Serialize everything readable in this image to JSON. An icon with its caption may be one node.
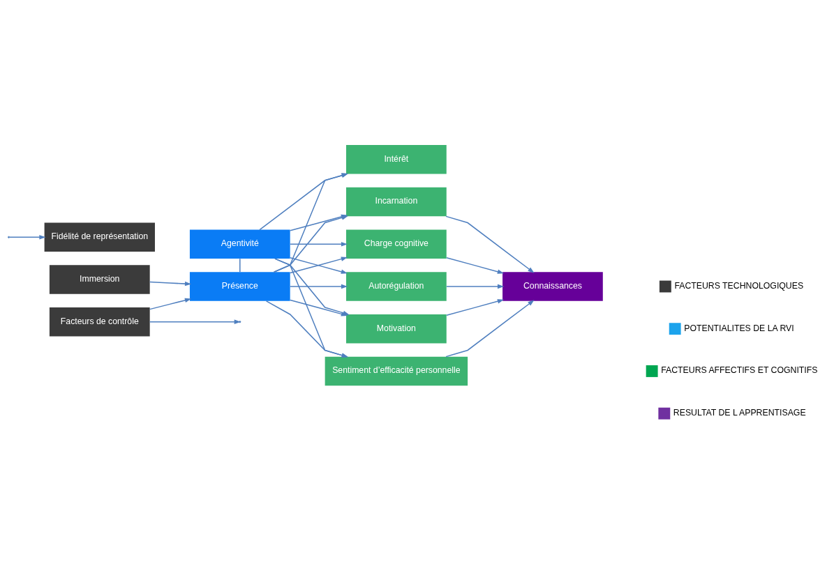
{
  "diagram": {
    "nodes": [
      {
        "text": [
          "Immersion"
        ]
      },
      {
        "text": [
          "Facteurs de contrôle"
        ]
      },
      {
        "text": [
          "Fidélité de représentation"
        ]
      },
      {
        "text": [
          "Présence"
        ]
      },
      {
        "text": [
          "Agentivité"
        ]
      },
      {
        "text": [
          "Intérêt"
        ]
      },
      {
        "text": [
          "Motivation"
        ]
      },
      {
        "text": [
          "Sentiment d’efficacité personnelle"
        ]
      },
      {
        "text": [
          "Incarnation"
        ]
      },
      {
        "text": [
          "Charge cognitive"
        ]
      },
      {
        "text": [
          "Autorégulation"
        ]
      },
      {
        "text": [
          "Connaissances"
        ]
      }
    ],
    "edges": [
      {
        "from": 0,
        "to": 3,
        "arrow": "to"
      },
      {
        "from": 1,
        "to": 3,
        "arrow": "to"
      },
      {
        "from": 3,
        "to": 4,
        "arrow": "none"
      },
      {
        "from": 1,
        "to": null,
        "arrow": "to"
      },
      {
        "from": null,
        "to": 2,
        "arrow": "to"
      },
      {
        "from": 3,
        "to": 5,
        "arrow": "to"
      },
      {
        "from": 3,
        "to": 6,
        "arrow": "to"
      },
      {
        "from": 3,
        "to": 7,
        "arrow": "to"
      },
      {
        "from": 3,
        "to": 8,
        "arrow": "to"
      },
      {
        "from": 3,
        "to": 9,
        "arrow": "to"
      },
      {
        "from": 3,
        "to": 10,
        "arrow": "to"
      },
      {
        "from": 4,
        "to": 5,
        "arrow": "to"
      },
      {
        "from": 4,
        "to": 6,
        "arrow": "to"
      },
      {
        "from": 4,
        "to": 7,
        "arrow": "to"
      },
      {
        "from": 4,
        "to": 8,
        "arrow": "to"
      },
      {
        "from": 4,
        "to": 9,
        "arrow": "to"
      },
      {
        "from": 4,
        "to": 10,
        "arrow": "to"
      },
      {
        "from": 6,
        "to": 11,
        "arrow": "to"
      },
      {
        "from": 7,
        "to": 11,
        "arrow": "to"
      },
      {
        "from": 8,
        "to": 11,
        "arrow": "to"
      },
      {
        "from": 9,
        "to": 11,
        "arrow": "to"
      },
      {
        "from": 10,
        "to": 11,
        "arrow": "to"
      }
    ],
    "legend": [
      {
        "text": "FACTEURS TECHNOLOGIQUES",
        "color": "#3a3a3a"
      },
      {
        "text": "POTENTIALITES DE LA RVI",
        "color": "#1ca3ec"
      },
      {
        "text": "FACTEURS AFFECTIFS ET COGNITIFS",
        "color": "#00a651"
      },
      {
        "text": "RESULTAT DE L APPRENTISAGE",
        "color": "#7030a0"
      }
    ]
  }
}
